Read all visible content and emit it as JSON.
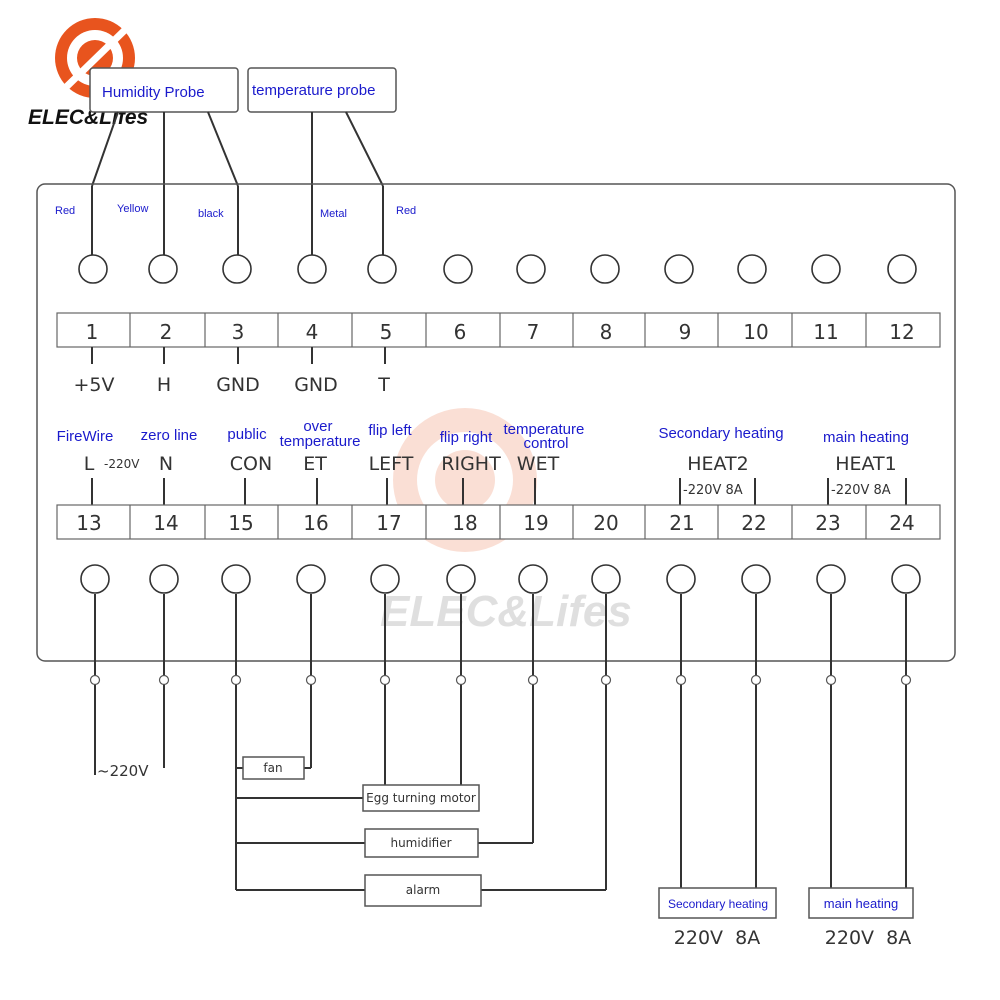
{
  "brand": {
    "name": "ELEC&Lifes",
    "accent": "#e8541e"
  },
  "probes": {
    "humidity": "Humidity Probe",
    "temperature": "temperature probe"
  },
  "wire_colors": [
    "Red",
    "Yellow",
    "black",
    "Metal",
    "Red"
  ],
  "top_terminals": {
    "numbers": [
      "1",
      "2",
      "3",
      "4",
      "5",
      "6",
      "7",
      "8",
      "9",
      "10",
      "11",
      "12"
    ],
    "labels": [
      "+5V",
      "H",
      "GND",
      "GND",
      "T"
    ]
  },
  "bottom_terminals": {
    "numbers": [
      "13",
      "14",
      "15",
      "16",
      "17",
      "18",
      "19",
      "20",
      "21",
      "22",
      "23",
      "24"
    ],
    "codes": [
      "L",
      "N",
      "CON",
      "ET",
      "LEFT",
      "RIGHT",
      "WET"
    ],
    "descriptions": [
      "FireWire",
      "zero line",
      "public",
      "over temperature",
      "flip left",
      "flip right",
      "temperature control"
    ],
    "voltage_note": "-220V",
    "heat2": {
      "code": "HEAT2",
      "description": "Secondary heating",
      "rating": "-220V 8A"
    },
    "heat1": {
      "code": "HEAT1",
      "description": "main heating",
      "rating": "-220V 8A"
    }
  },
  "supply_label": "~220V",
  "loads": {
    "fan": "fan",
    "egg_turning": "Egg turning motor",
    "humidifier": "humidifier",
    "alarm": "alarm",
    "secondary_heating": "Secondary heating",
    "main_heating": "main heating"
  },
  "ratings": {
    "secondary": "220V  8A",
    "main": "220V  8A"
  }
}
